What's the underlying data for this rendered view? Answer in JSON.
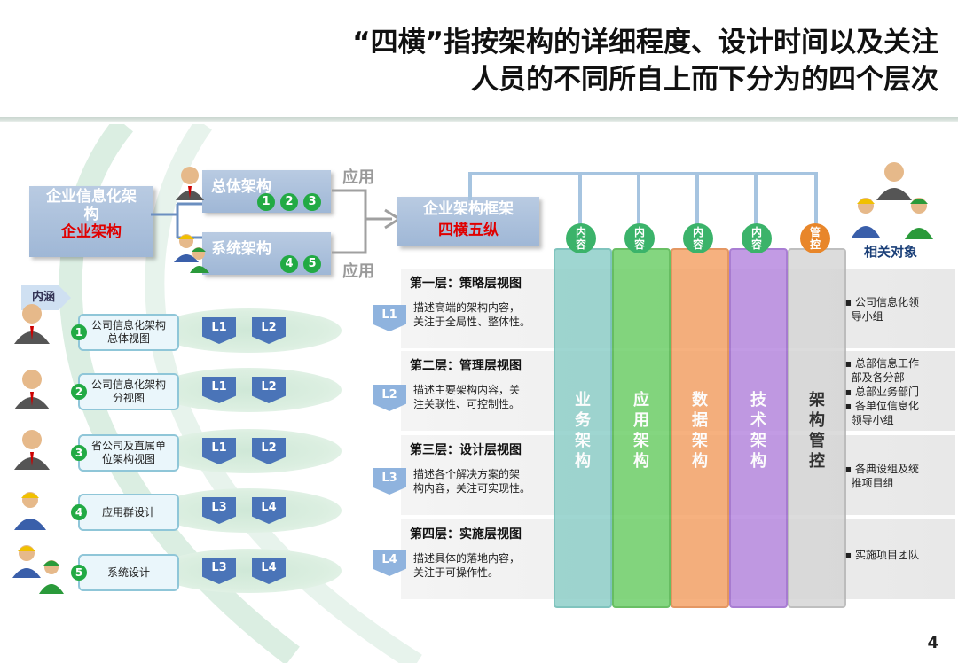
{
  "title": {
    "line1": "“四横”指按架构的详细程度、设计时间以及关注",
    "line2": "人员的不同所自上而下分为的四个层次"
  },
  "enterprise": {
    "line1": "企业信息化架",
    "line2": "构",
    "red": "企业架构"
  },
  "overall": {
    "label": "总体架构",
    "nums": [
      "1",
      "2",
      "3"
    ]
  },
  "system": {
    "label": "系统架构",
    "nums": [
      "4",
      "5"
    ]
  },
  "apply_top": "应用",
  "apply_bottom": "应用",
  "neihan": "内涵",
  "framework": {
    "line1": "企业架构框架",
    "red": "四横五纵"
  },
  "related": "相关对象",
  "rows": [
    {
      "num": "1",
      "label": "公司信息化架构总体视图",
      "badges": [
        "L1",
        "L2"
      ]
    },
    {
      "num": "2",
      "label": "公司信息化架构分视图",
      "badges": [
        "L1",
        "L2"
      ]
    },
    {
      "num": "3",
      "label": "省公司及直属单位架构视图",
      "badges": [
        "L1",
        "L2"
      ]
    },
    {
      "num": "4",
      "label": "应用群设计",
      "badges": [
        "L3",
        "L4"
      ]
    },
    {
      "num": "5",
      "label": "系统设计",
      "badges": [
        "L3",
        "L4"
      ]
    }
  ],
  "layers": [
    {
      "badge": "L1",
      "title": "第一层：策略层视图",
      "desc1": "描述高端的架构内容，",
      "desc2": "关注于全局性、整体性。",
      "right": [
        "▪ 公司信息化领",
        "  导小组"
      ]
    },
    {
      "badge": "L2",
      "title": "第二层：管理层视图",
      "desc1": "描述主要架构内容，关",
      "desc2": "注关联性、可控制性。",
      "right": [
        "▪ 总部信息工作",
        "  部及各分部",
        "▪ 总部业务部门",
        "▪ 各单位信息化",
        "  领导小组"
      ]
    },
    {
      "badge": "L3",
      "title": "第三层：设计层视图",
      "desc1": "描述各个解决方案的架",
      "desc2": "构内容，关注可实现性。",
      "right": [
        "▪ 各典设组及统",
        "  推项目组"
      ]
    },
    {
      "badge": "L4",
      "title": "第四层：实施层视图",
      "desc1": "描述具体的落地内容，",
      "desc2": "关注于可操作性。",
      "right": [
        "▪ 实施项目团队"
      ]
    }
  ],
  "columns": [
    {
      "circle": "内容",
      "name": "业务架构",
      "color": "#8fcfc9",
      "circ": "#3bb36a"
    },
    {
      "circle": "内容",
      "name": "应用架构",
      "color": "#6fd06a",
      "circ": "#3bb36a"
    },
    {
      "circle": "内容",
      "name": "数据架构",
      "color": "#f5a469",
      "circ": "#3bb36a"
    },
    {
      "circle": "内容",
      "name": "技术架构",
      "color": "#b88ae0",
      "circ": "#3bb36a"
    },
    {
      "circle": "管控",
      "name": "架构管控",
      "color": "#d6d6d6",
      "circ": "#e8862a"
    }
  ],
  "page": "4",
  "colors": {
    "bracket": "#a6c4e0",
    "green": "#22aa44"
  }
}
